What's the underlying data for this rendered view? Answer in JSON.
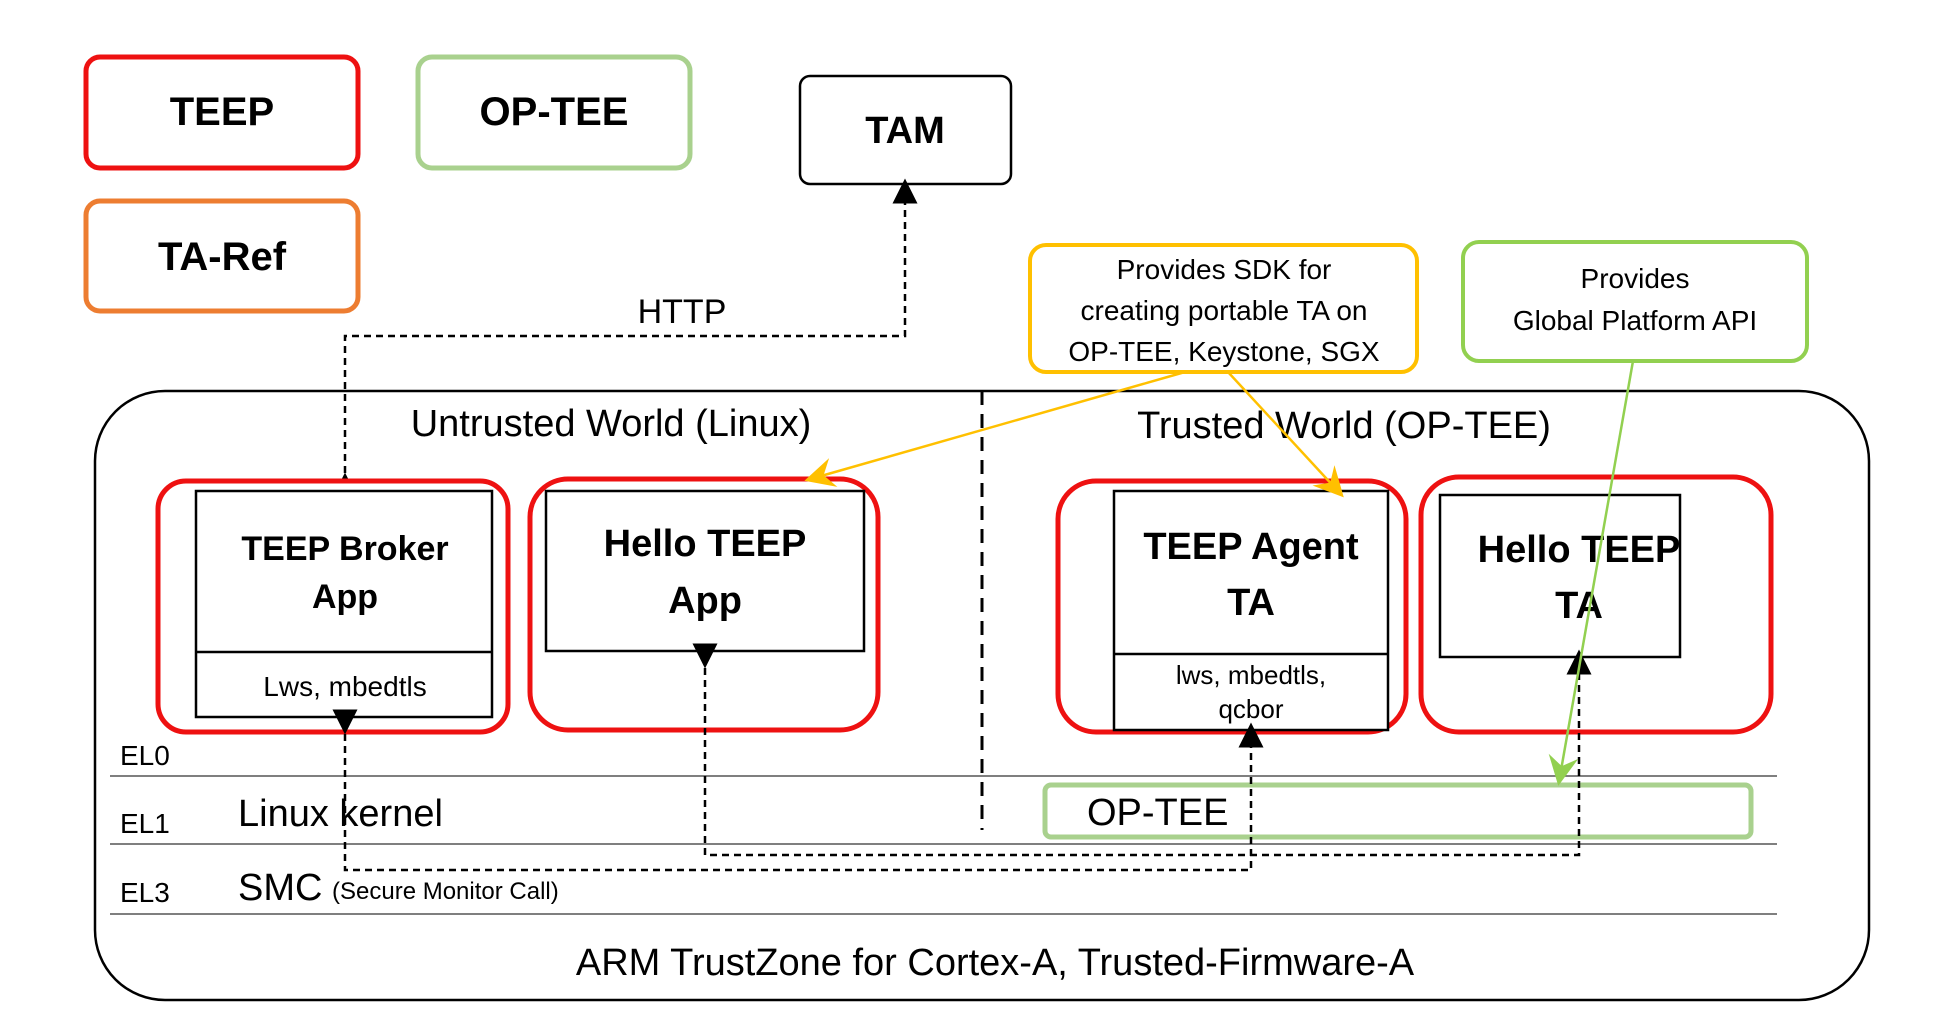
{
  "legend": {
    "teep": {
      "label": "TEEP",
      "color": "#ee1111"
    },
    "optee": {
      "label": "OP-TEE",
      "color": "#a9d18e"
    },
    "taref": {
      "label": "TA-Ref",
      "color": "#ed7d31"
    }
  },
  "tam": {
    "label": "TAM"
  },
  "http_label": "HTTP",
  "callouts": {
    "sdk": {
      "lines": [
        "Provides SDK for",
        "creating portable TA on",
        "OP-TEE, Keystone, SGX"
      ],
      "color": "#ffc000"
    },
    "gp": {
      "lines": [
        "Provides",
        "Global Platform API"
      ],
      "color": "#92d050"
    }
  },
  "worlds": {
    "untrusted": "Untrusted World (Linux)",
    "trusted": "Trusted World (OP-TEE)"
  },
  "components": {
    "broker": {
      "title": [
        "TEEP Broker",
        "App"
      ],
      "lib": "Lws, mbedtls"
    },
    "hello_app": {
      "title": [
        "Hello TEEP",
        "App"
      ]
    },
    "agent": {
      "title": [
        "TEEP Agent",
        "TA"
      ],
      "lib": [
        "lws, mbedtls,",
        "qcbor"
      ]
    },
    "hello_ta": {
      "title": [
        "Hello TEEP",
        "TA"
      ]
    }
  },
  "levels": {
    "el0": "EL0",
    "el1": "EL1",
    "el3": "EL3",
    "linux_kernel": "Linux kernel",
    "optee_kernel": "OP-TEE",
    "smc": "SMC",
    "smc_note": "(Secure Monitor Call)"
  },
  "footer": "ARM TrustZone for Cortex-A, Trusted-Firmware-A"
}
